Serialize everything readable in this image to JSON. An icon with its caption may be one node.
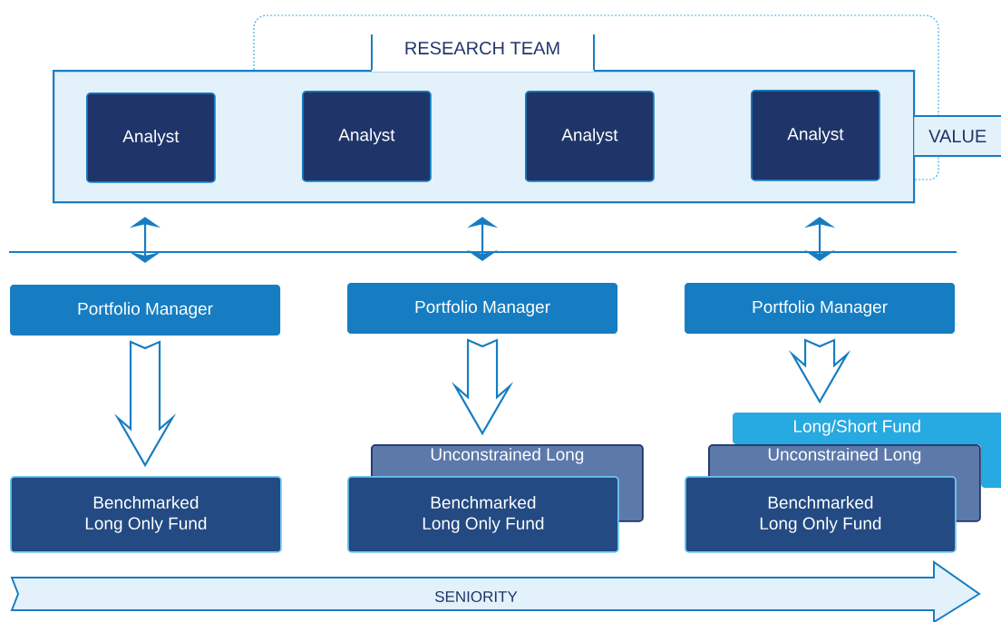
{
  "diagram": {
    "nodes": [
      {
        "text": [
          "RESEARCH TEAM"
        ]
      },
      {
        "text": [
          "Analyst"
        ],
        "in": 0
      },
      {
        "text": [
          "Analyst"
        ],
        "in": 0
      },
      {
        "text": [
          "Analyst"
        ],
        "in": 0
      },
      {
        "text": [
          "Analyst"
        ],
        "in": 0
      },
      {
        "text": [
          "VALUE"
        ]
      },
      {
        "text": [
          "Portfolio Manager"
        ]
      },
      {
        "text": [
          "Portfolio Manager"
        ]
      },
      {
        "text": [
          "Portfolio Manager"
        ]
      },
      {
        "text": [
          "Benchmarked Long Only Fund"
        ]
      },
      {
        "text": [
          "Unconstrained Long"
        ]
      },
      {
        "text": [
          "Benchmarked Long Only Fund"
        ]
      },
      {
        "text": [
          "Long/Short Fund"
        ]
      },
      {
        "text": [
          "Unconstrained Long"
        ]
      },
      {
        "text": [
          "Benchmarked Long Only Fund"
        ]
      },
      {
        "text": [
          "SENIORITY"
        ]
      }
    ],
    "edges": [
      {
        "from": 0,
        "to": 6,
        "arrow": "both"
      },
      {
        "from": 0,
        "to": 7,
        "arrow": "both"
      },
      {
        "from": 0,
        "to": 8,
        "arrow": "both"
      },
      {
        "from": 6,
        "to": 9,
        "arrow": "to"
      },
      {
        "from": 7,
        "to": 10,
        "arrow": "to"
      },
      {
        "from": 8,
        "to": 12,
        "arrow": "to"
      },
      {
        "from": 0,
        "to": 5,
        "arrow": "none",
        "style": "dashed",
        "color": "#3aaee0"
      },
      {
        "from": 5,
        "to": 0,
        "arrow": "none",
        "style": "dashed",
        "color": "#3aaee0"
      }
    ]
  }
}
